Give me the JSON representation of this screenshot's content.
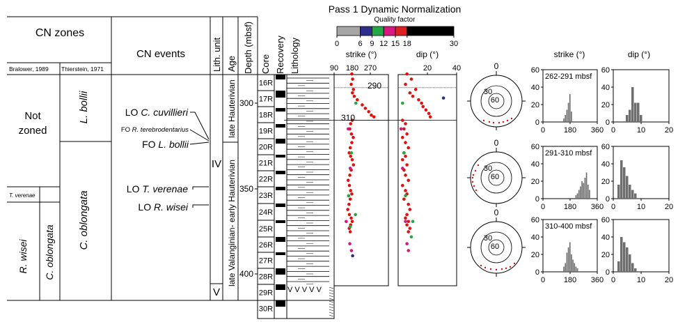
{
  "header": {
    "cn_zones": "CN zones",
    "cn_events": "CN events",
    "bralower": "Bralower, 1989",
    "thierstein": "Thierstein, 1971",
    "lith_unit": "Lith. unit",
    "age": "Age",
    "depth": "Depth (mbsf)",
    "core": "Core",
    "recovery": "Recovery",
    "lithology": "Lithology"
  },
  "zones": {
    "not_zoned_1": "Not",
    "not_zoned_2": "zoned",
    "t_verenae": "T. verenae",
    "r_wisei": "R. wisei",
    "c_oblongata_left": "C. oblongata",
    "l_bollii": "L. bollii",
    "c_oblongata_right": "C. oblongata"
  },
  "events": {
    "lo_cuvillieri_prefix": "LO ",
    "lo_cuvillieri_name": "C. cuvillieri",
    "fo_terebro_prefix": "FO ",
    "fo_terebro_name": "R. terebrodentarius",
    "fo_bollii_prefix": "FO ",
    "fo_bollii_name": "L. bollii",
    "lo_verenae_prefix": "LO ",
    "lo_verenae_name": "T. verenae",
    "lo_wisei_prefix": "LO ",
    "lo_wisei_name": "R. wisei"
  },
  "units": {
    "iv": "IV",
    "v": "V"
  },
  "ages": {
    "late_hauterivian": "late Hauterivian",
    "lower": "late Valanginian- early Hauterivian"
  },
  "depth_ticks": [
    "300",
    "350",
    "400"
  ],
  "cores": [
    "16R",
    "17R",
    "18R",
    "19R",
    "20R",
    "21R",
    "22R",
    "23R",
    "24R",
    "25R",
    "26R",
    "27R",
    "28R",
    "29R",
    "30R"
  ],
  "figure_title": "Pass 1 Dynamic Normalization",
  "quality": {
    "label": "Quality factor",
    "ticks": [
      "0",
      "6",
      "9",
      "12",
      "15",
      "18",
      "30"
    ],
    "colors": [
      "#a6a6a6",
      "#2e2e8c",
      "#22a845",
      "#d6197f",
      "#e02020",
      "#000000"
    ]
  },
  "point_colors": {
    "red": "#e01010",
    "green": "#22a845",
    "magenta": "#d6197f",
    "purple": "#2e2e8c"
  },
  "boundary_labels": {
    "b290": "290",
    "b310": "310"
  },
  "panels": {
    "strike_title": "strike (°)",
    "dip_title": "dip (°)",
    "strike_ticks": [
      "90",
      "180",
      "270"
    ],
    "dip_ticks": [
      "20",
      "40"
    ]
  },
  "stereonets": {
    "north": "0",
    "ring30": "30",
    "ring60": "60"
  },
  "histograms": {
    "strike_title": "strike (°)",
    "dip_title": "dip (°)",
    "y_ticks": [
      "0",
      "20",
      "40",
      "60"
    ],
    "strike_x_ticks": [
      "0",
      "180",
      "360"
    ],
    "dip_x_ticks": [
      "0",
      "10",
      "20"
    ],
    "intervals": [
      "262-291 mbsf",
      "291-310 mbsf",
      "310-400 mbsf"
    ]
  },
  "chart_data": [
    {
      "type": "scatter",
      "title": "strike (°)",
      "xlim": [
        90,
        360
      ],
      "ylim_depth_mbsf": [
        282,
        410
      ],
      "note_series": "strike vs depth",
      "series": [
        {
          "color": "#e01010",
          "points": [
            [
              178,
              283
            ],
            [
              182,
              286
            ],
            [
              175,
              289
            ],
            [
              186,
              292
            ],
            [
              181,
              294
            ],
            [
              190,
              296
            ],
            [
              205,
              298
            ],
            [
              230,
              301
            ],
            [
              245,
              303
            ],
            [
              262,
              305
            ],
            [
              275,
              307
            ],
            [
              288,
              308
            ],
            [
              180,
              310
            ],
            [
              172,
              312
            ],
            [
              168,
              315
            ],
            [
              176,
              318
            ],
            [
              185,
              320
            ],
            [
              178,
              323
            ],
            [
              170,
              326
            ],
            [
              165,
              329
            ],
            [
              172,
              331
            ],
            [
              180,
              333
            ],
            [
              186,
              336
            ],
            [
              175,
              339
            ],
            [
              168,
              342
            ],
            [
              160,
              345
            ],
            [
              166,
              348
            ],
            [
              172,
              351
            ],
            [
              178,
              353
            ],
            [
              170,
              356
            ],
            [
              164,
              359
            ],
            [
              158,
              362
            ],
            [
              166,
              365
            ],
            [
              175,
              367
            ],
            [
              180,
              369
            ],
            [
              172,
              371
            ],
            [
              165,
              373
            ],
            [
              170,
              375
            ]
          ]
        },
        {
          "color": "#22a845",
          "points": [
            [
              198,
              300
            ],
            [
              176,
              329
            ],
            [
              162,
              354
            ],
            [
              170,
              372
            ],
            [
              196,
              365
            ]
          ]
        },
        {
          "color": "#d6197f",
          "points": [
            [
              160,
              315
            ],
            [
              170,
              338
            ],
            [
              150,
              369
            ],
            [
              168,
              382
            ],
            [
              176,
              386
            ]
          ]
        },
        {
          "color": "#2e2e8c",
          "points": [
            [
              182,
              389
            ]
          ]
        }
      ]
    },
    {
      "type": "scatter",
      "title": "dip (°)",
      "xlim": [
        0,
        40
      ],
      "series": [
        {
          "color": "#e01010",
          "points": [
            [
              6,
              283
            ],
            [
              9,
              286
            ],
            [
              5,
              289
            ],
            [
              12,
              292
            ],
            [
              8,
              294
            ],
            [
              10,
              296
            ],
            [
              14,
              298
            ],
            [
              16,
              300
            ],
            [
              17,
              302
            ],
            [
              19,
              304
            ],
            [
              21,
              306
            ],
            [
              22,
              308
            ],
            [
              3,
              310
            ],
            [
              5,
              312
            ],
            [
              4,
              315
            ],
            [
              6,
              318
            ],
            [
              3,
              320
            ],
            [
              5,
              323
            ],
            [
              7,
              326
            ],
            [
              4,
              329
            ],
            [
              5,
              331
            ],
            [
              3,
              333
            ],
            [
              6,
              336
            ],
            [
              4,
              339
            ],
            [
              5,
              342
            ],
            [
              7,
              345
            ],
            [
              3,
              348
            ],
            [
              5,
              351
            ],
            [
              6,
              353
            ],
            [
              4,
              356
            ],
            [
              7,
              359
            ],
            [
              8,
              362
            ],
            [
              6,
              365
            ],
            [
              5,
              367
            ],
            [
              7,
              369
            ],
            [
              6,
              371
            ],
            [
              8,
              373
            ],
            [
              7,
              375
            ]
          ]
        },
        {
          "color": "#22a845",
          "points": [
            [
              3,
              300
            ],
            [
              4,
              329
            ],
            [
              5,
              354
            ],
            [
              10,
              369
            ],
            [
              9,
              378
            ]
          ]
        },
        {
          "color": "#d6197f",
          "points": [
            [
              2,
              315
            ],
            [
              3,
              338
            ],
            [
              5,
              369
            ],
            [
              6,
              382
            ],
            [
              7,
              386
            ]
          ]
        },
        {
          "color": "#2e2e8c",
          "points": [
            [
              31,
              297
            ]
          ]
        }
      ]
    },
    {
      "type": "bar",
      "title": "strike (°)",
      "subtitle": "262-291 mbsf",
      "xlim": [
        0,
        360
      ],
      "ylim": [
        0,
        60
      ],
      "bin_centers": [
        140,
        150,
        160,
        170,
        180,
        190
      ],
      "values": [
        4,
        8,
        14,
        22,
        32,
        12
      ]
    },
    {
      "type": "bar",
      "title": "dip (°)",
      "subtitle": "262-291 mbsf",
      "xlim": [
        0,
        20
      ],
      "ylim": [
        0,
        60
      ],
      "bin_centers": [
        5,
        6,
        7,
        8,
        9,
        10
      ],
      "values": [
        8,
        14,
        40,
        22,
        22,
        8
      ]
    },
    {
      "type": "bar",
      "title": "strike (°)",
      "subtitle": "291-310 mbsf",
      "xlim": [
        0,
        360
      ],
      "ylim": [
        0,
        60
      ],
      "bin_centers": [
        220,
        230,
        240,
        250,
        260,
        270,
        280,
        290,
        300,
        310
      ],
      "values": [
        4,
        6,
        10,
        14,
        20,
        18,
        24,
        30,
        16,
        10
      ]
    },
    {
      "type": "bar",
      "title": "dip (°)",
      "subtitle": "291-310 mbsf",
      "xlim": [
        0,
        20
      ],
      "ylim": [
        0,
        60
      ],
      "bin_centers": [
        2,
        3,
        4,
        5,
        6,
        7,
        8
      ],
      "values": [
        16,
        44,
        36,
        26,
        16,
        10,
        6
      ]
    },
    {
      "type": "bar",
      "title": "strike (°)",
      "subtitle": "310-400 mbsf",
      "xlim": [
        0,
        360
      ],
      "ylim": [
        0,
        60
      ],
      "bin_centers": [
        140,
        150,
        160,
        170,
        180,
        190,
        200,
        210,
        220,
        230
      ],
      "values": [
        6,
        10,
        22,
        28,
        34,
        20,
        14,
        10,
        6,
        4
      ]
    },
    {
      "type": "bar",
      "title": "dip (°)",
      "subtitle": "310-400 mbsf",
      "xlim": [
        0,
        20
      ],
      "ylim": [
        0,
        60
      ],
      "bin_centers": [
        2,
        3,
        4,
        5,
        6,
        7,
        8
      ],
      "values": [
        12,
        40,
        34,
        28,
        20,
        10,
        4
      ]
    }
  ]
}
